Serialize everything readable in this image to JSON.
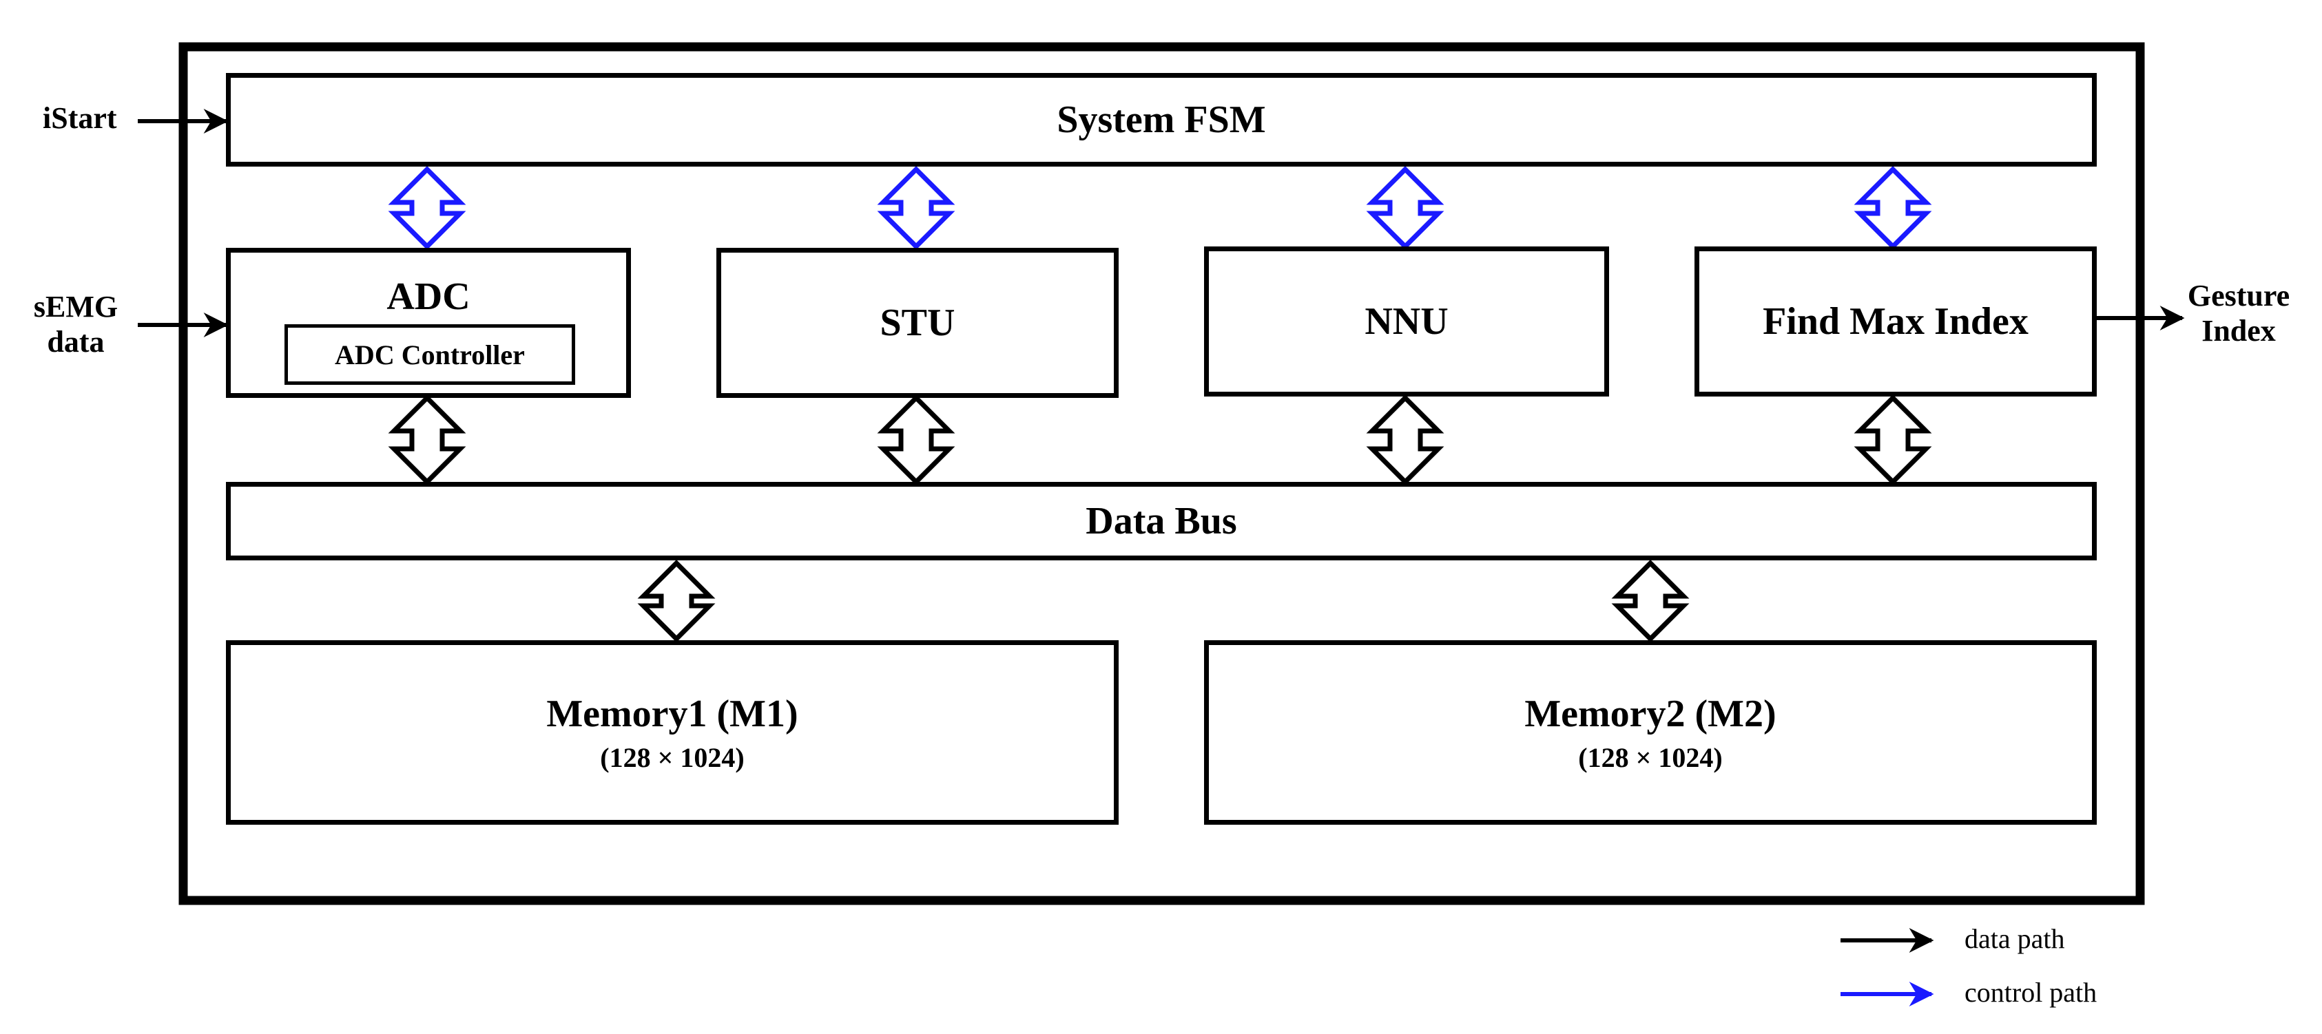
{
  "diagram": {
    "system_fsm": "System FSM",
    "adc": "ADC",
    "adc_controller": "ADC Controller",
    "stu": "STU",
    "nnu": "NNU",
    "find_max_index": "Find Max Index",
    "data_bus": "Data Bus",
    "memory1": {
      "title": "Memory1 (M1)",
      "size": "(128 × 1024)"
    },
    "memory2": {
      "title": "Memory2 (M2)",
      "size": "(128 × 1024)"
    },
    "inputs": {
      "istart": "iStart",
      "semg_line1": "sEMG",
      "semg_line2": "data"
    },
    "outputs": {
      "gesture_line1": "Gesture",
      "gesture_line2": "Index"
    }
  },
  "legend": {
    "data_path": "data path",
    "control_path": "control path",
    "data_color": "#000000",
    "control_color": "#1a1aff"
  }
}
